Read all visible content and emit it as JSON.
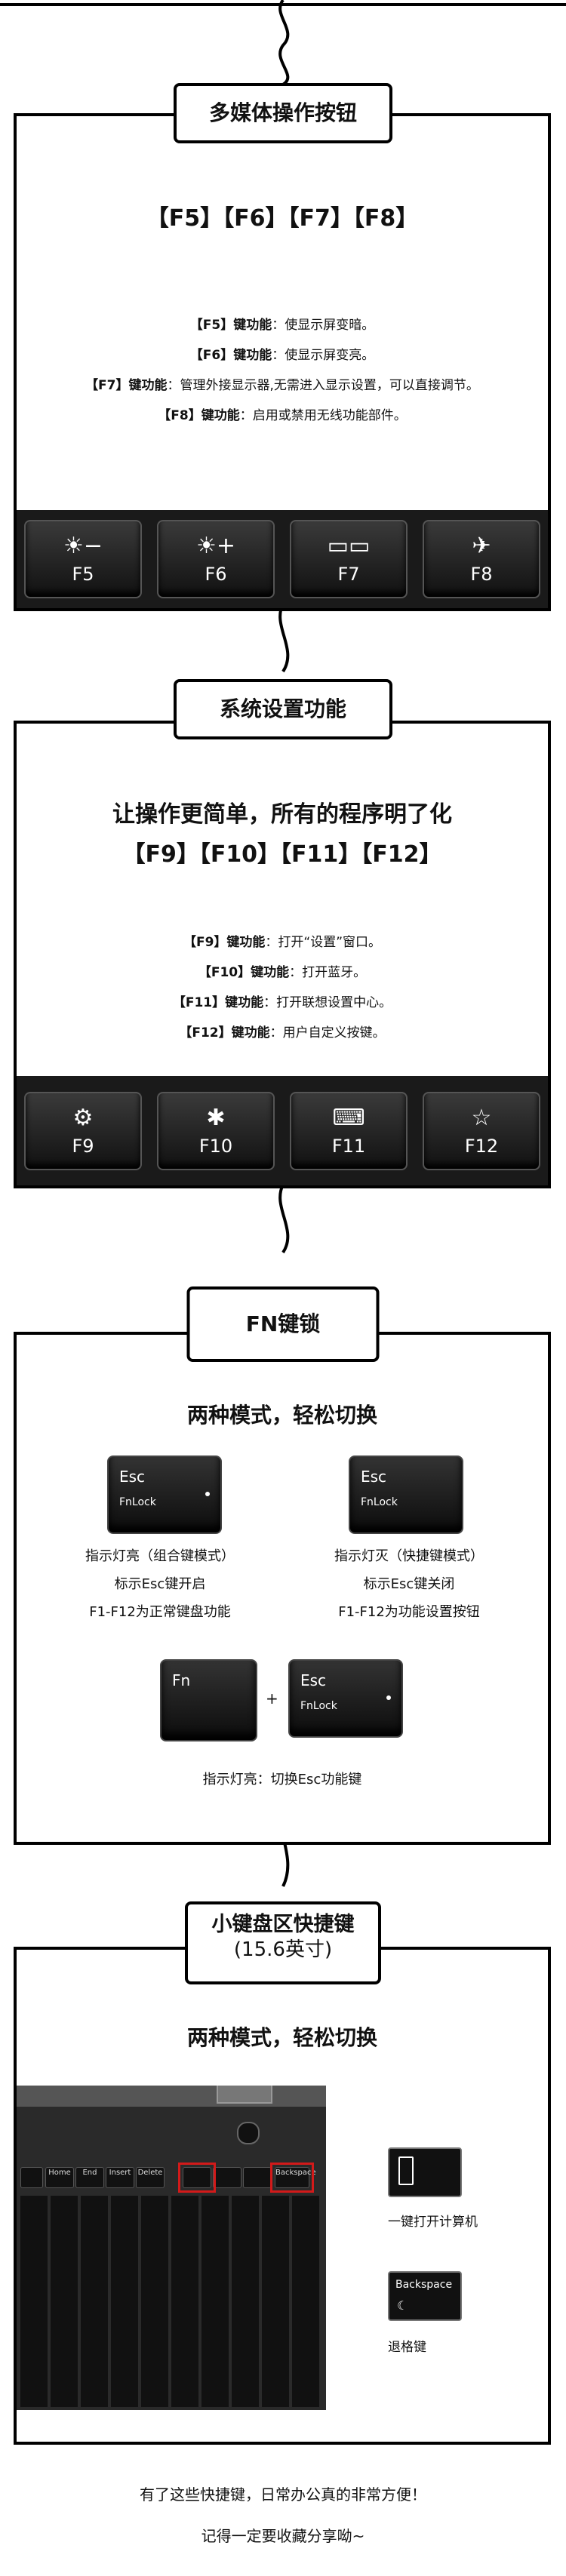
{
  "sec1": {
    "title": "多媒体操作按钮",
    "keys_heading": "【F5】【F6】【F7】【F8】",
    "lines": [
      {
        "k": "【F5】键功能",
        "v": "：使显示屏变暗。"
      },
      {
        "k": "【F6】键功能",
        "v": "：使显示屏变亮。"
      },
      {
        "k": "【F7】键功能",
        "v": "：管理外接显示器,无需进入显示设置，可以直接调节。"
      },
      {
        "k": "【F8】键功能",
        "v": "：启用或禁用无线功能部件。"
      }
    ],
    "keys": [
      {
        "icon": "☀−",
        "label": "F5"
      },
      {
        "icon": "☀+",
        "label": "F6"
      },
      {
        "icon": "▭▭",
        "label": "F7"
      },
      {
        "icon": "✈",
        "label": "F8"
      }
    ]
  },
  "sec2": {
    "title": "系统设置功能",
    "heading1": "让操作更简单，所有的程序明了化",
    "heading2": "【F9】【F10】【F11】【F12】",
    "lines": [
      {
        "k": "【F9】键功能",
        "v": "：打开“设置”窗口。"
      },
      {
        "k": "【F10】键功能",
        "v": "：打开蓝牙。"
      },
      {
        "k": "【F11】键功能",
        "v": "：打开联想设置中心。"
      },
      {
        "k": "【F12】键功能",
        "v": "：用户自定义按键。"
      }
    ],
    "keys": [
      {
        "icon": "⚙",
        "label": "F9"
      },
      {
        "icon": "✱",
        "label": "F10"
      },
      {
        "icon": "⌨",
        "label": "F11"
      },
      {
        "icon": "☆",
        "label": "F12"
      }
    ]
  },
  "sec3": {
    "title": "FN键锁",
    "heading": "两种模式，轻松切换",
    "esc_label": "Esc",
    "fnlock_label": "FnLock",
    "fn_label": "Fn",
    "plus": "+",
    "left_desc": [
      "指示灯亮（组合键模式）",
      "标示Esc键开启",
      "F1-F12为正常键盘功能"
    ],
    "right_desc": [
      "指示灯灭（快捷键模式）",
      "标示Esc键关闭",
      "F1-F12为功能设置按钮"
    ],
    "bottom_note": "指示灯亮：切换Esc功能键"
  },
  "sec4": {
    "title_line1": "小键盘区快捷键",
    "title_line2": "(15.6英寸)",
    "heading": "两种模式，轻松切换",
    "calc_note": "一键打开计算机",
    "back_label": "Backspace",
    "back_note": "退格键",
    "kb_top_labels": [
      "Home",
      "End",
      "Insert",
      "Delete",
      "",
      "",
      "",
      "Backspace"
    ]
  },
  "footer": {
    "line1": "有了这些快捷键，日常办公真的非常方便！",
    "line2": "记得一定要收藏分享呦~"
  }
}
